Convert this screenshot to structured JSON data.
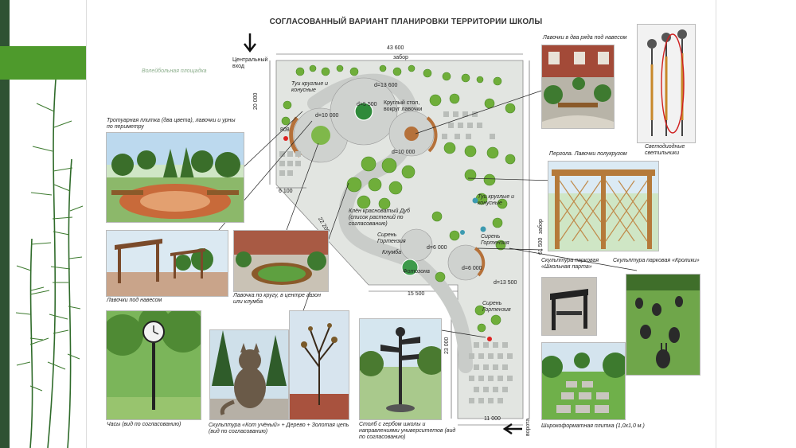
{
  "slide": {
    "title": "СОГЛАСОВАННЫЙ ВАРИАНТ ПЛАНИРОВКИ ТЕРРИТОРИИ ШКОЛЫ",
    "colors": {
      "sidebar": "#2f5233",
      "accent": "#4e9a2c",
      "ground": "#dfe3df",
      "path": "#c9ccc9",
      "tile": "#b9bdb9",
      "tree": "#6fae3a"
    }
  },
  "plan": {
    "dimensions": {
      "top": "43 600",
      "left": "20 000",
      "left_small": "6 100",
      "diagonal": "22 200",
      "bottom_mid": "15 500",
      "right": "61 500",
      "right_lower": "23 000",
      "bottom": "11 000",
      "small_808": "808"
    },
    "labels": {
      "entrance": "Центральный вход",
      "fence_top": "забор",
      "fence_right": "забор",
      "gate": "ворота",
      "volleyball": "Волейбольная площадка",
      "thuja_top": "Туи круглые и конусные",
      "thuja_mid": "Туи круглые и конусные",
      "circle1": "d=10 000",
      "circle2": "d=13 600",
      "circle3": "d=5 500",
      "circle4": "d=10 000",
      "round_table": "Круглый стол, вокруг лавочки",
      "oak": "Клён красноватый Дуб (список растений по согласованию)",
      "lilac1": "Сирень Гортензия",
      "lilac2": "Сирень Гортензия",
      "lilac3": "Сирень Гортензия",
      "flowerbed": "Клумба",
      "photozone": "Фотозона",
      "circle5": "d=6 000",
      "circle6": "d=6 000",
      "circle7": "d=13 500"
    }
  },
  "captions": {
    "paving": "Тротуарная плитка (два цвета), лавочки и урны по периметру",
    "benches_row": "Лавочки в два ряда под навесом",
    "lights": "Светодиодные светильники",
    "pergola": "Пергола. Лавочки полукругом",
    "shelter": "Лавочки под навесом",
    "round_bench": "Лавочка по кругу, в центре газон или клумба",
    "clock": "Часы (вид по согласованию)",
    "cat": "Скульптура «Кот учёный» + Дерево + Золотая цепь (вид по согласованию)",
    "pillar": "Столб с гербом школы и направлениями университетов (вид по согласованию)",
    "desk": "Скульптура парковая «Школьная парта»",
    "rabbits": "Скульптура парковая «Кролики»",
    "tiles": "Широкоформатная плитка (1,0х1,0 м.)"
  }
}
